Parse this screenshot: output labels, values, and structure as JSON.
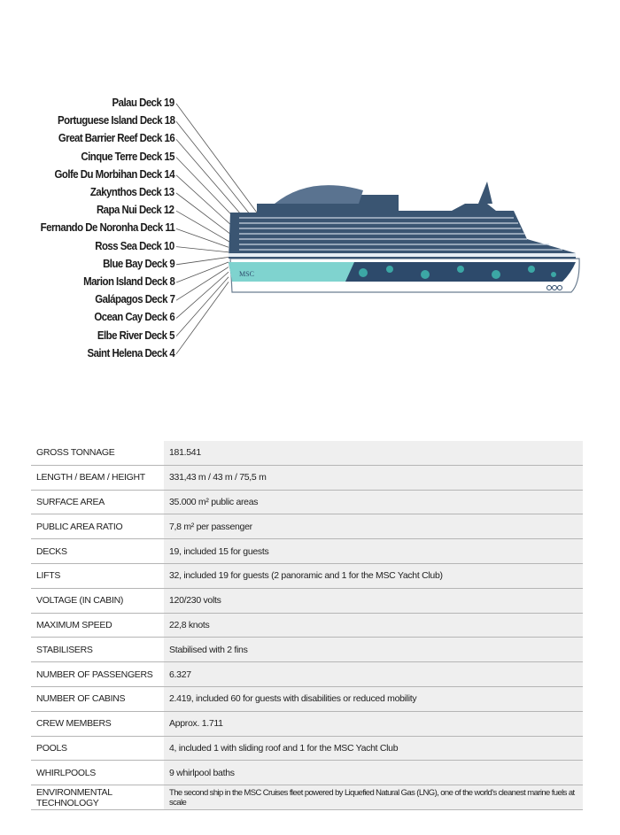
{
  "decks": [
    {
      "name": "Palau",
      "deck": "Deck 19"
    },
    {
      "name": "Portuguese Island",
      "deck": "Deck 18"
    },
    {
      "name": "Great Barrier Reef",
      "deck": "Deck 16"
    },
    {
      "name": "Cinque Terre",
      "deck": "Deck 15"
    },
    {
      "name": "Golfe Du Morbihan",
      "deck": "Deck 14"
    },
    {
      "name": "Zakynthos",
      "deck": "Deck 13"
    },
    {
      "name": "Rapa Nui",
      "deck": "Deck 12"
    },
    {
      "name": "Fernando De Noronha",
      "deck": "Deck 11"
    },
    {
      "name": "Ross Sea",
      "deck": "Deck 10"
    },
    {
      "name": "Blue Bay",
      "deck": "Deck 9"
    },
    {
      "name": "Marion Island",
      "deck": "Deck 8"
    },
    {
      "name": "Galápagos",
      "deck": "Deck 7"
    },
    {
      "name": "Ocean Cay",
      "deck": "Deck 6"
    },
    {
      "name": "Elbe River",
      "deck": "Deck 5"
    },
    {
      "name": "Saint Helena",
      "deck": "Deck 4"
    }
  ],
  "ship_logo": "MSC",
  "colors": {
    "hull": "#2d4a6b",
    "accent": "#3fb8b0",
    "row_bg": "#efefef",
    "border": "#b5b5b5"
  },
  "specs": [
    {
      "label": "GROSS TONNAGE",
      "value": "181.541"
    },
    {
      "label": "LENGTH / BEAM / HEIGHT",
      "value": "331,43 m / 43 m / 75,5 m"
    },
    {
      "label": "SURFACE AREA",
      "value": "35.000 m² public areas"
    },
    {
      "label": "PUBLIC AREA RATIO",
      "value": "7,8 m² per passenger"
    },
    {
      "label": "DECKS",
      "value": "19, included 15 for guests"
    },
    {
      "label": "LIFTS",
      "value": "32, included 19 for guests (2 panoramic and 1 for the MSC Yacht Club)"
    },
    {
      "label": "VOLTAGE (IN CABIN)",
      "value": "120/230 volts"
    },
    {
      "label": "MAXIMUM SPEED",
      "value": "22,8 knots"
    },
    {
      "label": "STABILISERS",
      "value": "Stabilised with 2 fins"
    },
    {
      "label": "NUMBER OF PASSENGERS",
      "value": "6.327"
    },
    {
      "label": "NUMBER OF CABINS",
      "value": "2.419, included 60 for guests with disabilities or reduced mobility"
    },
    {
      "label": "CREW MEMBERS",
      "value": "Approx. 1.711"
    },
    {
      "label": "POOLS",
      "value": "4, included 1 with sliding roof and 1 for the MSC Yacht Club"
    },
    {
      "label": "WHIRLPOOLS",
      "value": "9 whirlpool baths"
    },
    {
      "label": "ENVIRONMENTAL TECHNOLOGY",
      "value": "The second ship in the MSC Cruises fleet powered by Liquefied Natural Gas (LNG), one of the world's cleanest marine fuels at scale"
    }
  ]
}
